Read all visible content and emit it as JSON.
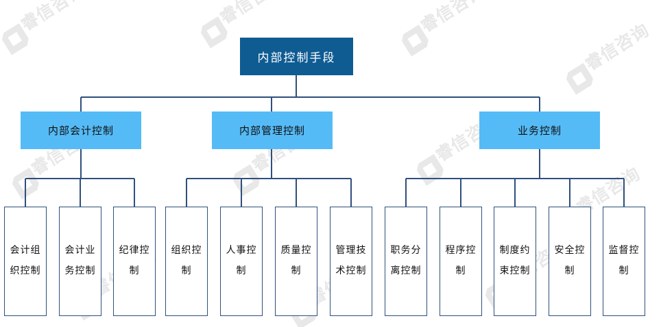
{
  "diagram": {
    "type": "organizational-tree",
    "title_node": {
      "label": "内部控制手段",
      "color": "#0f5c93",
      "text_color": "#ffffff"
    },
    "branch_color": "#55bbf6",
    "leaf_border_color": "#2d4f7c",
    "connector_color": "#2d4f7c",
    "branches": [
      {
        "label": "内部会计控制",
        "children": [
          {
            "label": "会计组织控制"
          },
          {
            "label": "会计业务控制"
          },
          {
            "label": "纪律控制"
          }
        ]
      },
      {
        "label": "内部管理控制",
        "children": [
          {
            "label": "组织控制"
          },
          {
            "label": "人事控制"
          },
          {
            "label": "质量控制"
          },
          {
            "label": "管理技术控制"
          }
        ]
      },
      {
        "label": "业务控制",
        "children": [
          {
            "label": "职务分离控制"
          },
          {
            "label": "程序控制"
          },
          {
            "label": "制度约束控制"
          },
          {
            "label": "安全控制"
          },
          {
            "label": "监督控制"
          }
        ]
      }
    ]
  },
  "watermark": {
    "text": "睿信咨询",
    "color": "#e8e8e8"
  }
}
